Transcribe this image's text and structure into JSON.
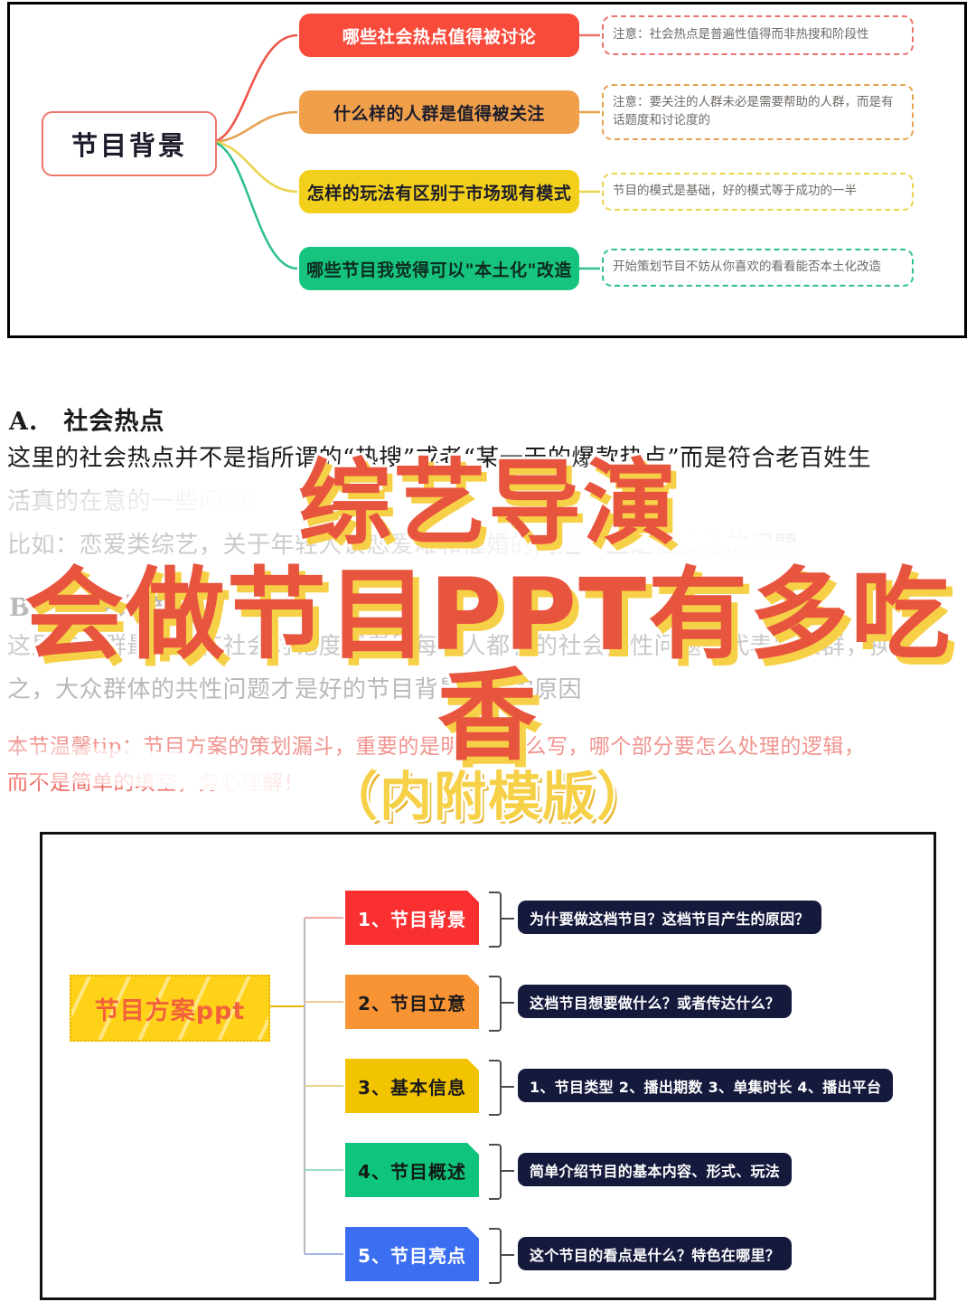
{
  "top_mindmap": {
    "root_label": "节目背景",
    "branches": [
      {
        "label": "哪些社会热点值得被讨论",
        "note": "注意：社会热点是普遍性值得而非热搜和阶段性",
        "color": "#f94b3c"
      },
      {
        "label": "什么样的人群是值得被关注",
        "note": "注意：要关注的人群未必是需要帮助的人群，而是有话题度和讨论度的",
        "color": "#f0a04b"
      },
      {
        "label": "怎样的玩法有区别于市场现有模式",
        "note": "节目的模式是基础，好的模式等于成功的一半",
        "color": "#f2cf1a"
      },
      {
        "label": "哪些节目我觉得可以\"本土化\"改造",
        "note": "开始策划节目不妨从你喜欢的看看能否本土化改造",
        "color": "#16c47f"
      }
    ]
  },
  "document": {
    "lines": [
      {
        "text": "A.　社会热点",
        "style": "head"
      },
      {
        "text": "这里的社会热点并不是指所谓的“热搜”或者“某一天的爆款热点”而是符合老百姓生",
        "style": "body"
      },
      {
        "text": "活真的在意的一些问题：",
        "style": "fade1"
      },
      {
        "text": "比如：恋爱类综艺，关于年轻人谈恋爱难和催婚的问题一直是社会性的问题",
        "style": "fade1"
      },
      {
        "text": "B.　关注人群",
        "style": "fade2"
      },
      {
        "text": "这里的人群最好是有社会讨论度或者是每个人都有的社会共性问题所代表的人群，换言",
        "style": "fade1"
      },
      {
        "text": "之，大众群体的共性问题才是好的节目背景产生的原因",
        "style": "fade2"
      },
      {
        "text": "本节温馨tip：节目方案的策划漏斗，重要的是明白为什么写，哪个部分要怎么处理的逻辑，",
        "style": "fadered"
      },
      {
        "text": "而不是简单的填空，务必理解！",
        "style": "fadered2"
      }
    ]
  },
  "headline": {
    "line1": "综艺导演",
    "line2": "会做节目PPT有多吃香",
    "line3": "（内附模版）",
    "accent_color": "#e8553f",
    "shadow_color": "#f6d046"
  },
  "bottom_mindmap": {
    "root_label": "节目方案ppt",
    "items": [
      {
        "label": "1、节目背景",
        "desc": "为什要做这档节目？这档节目产生的原因？",
        "color": "#fa2f2f"
      },
      {
        "label": "2、节目立意",
        "desc": "这档节目想要做什么？或者传达什么？",
        "color": "#f99434"
      },
      {
        "label": "3、基本信息",
        "desc": "1、节目类型 2、播出期数 3、单集时长 4、播出平台",
        "color": "#f2c400"
      },
      {
        "label": "4、节目概述",
        "desc": "简单介绍节目的基本内容、形式、玩法",
        "color": "#0fc47d"
      },
      {
        "label": "5、节目亮点",
        "desc": "这个节目的看点是什么？特色在哪里？",
        "color": "#3b6ef0"
      }
    ]
  }
}
